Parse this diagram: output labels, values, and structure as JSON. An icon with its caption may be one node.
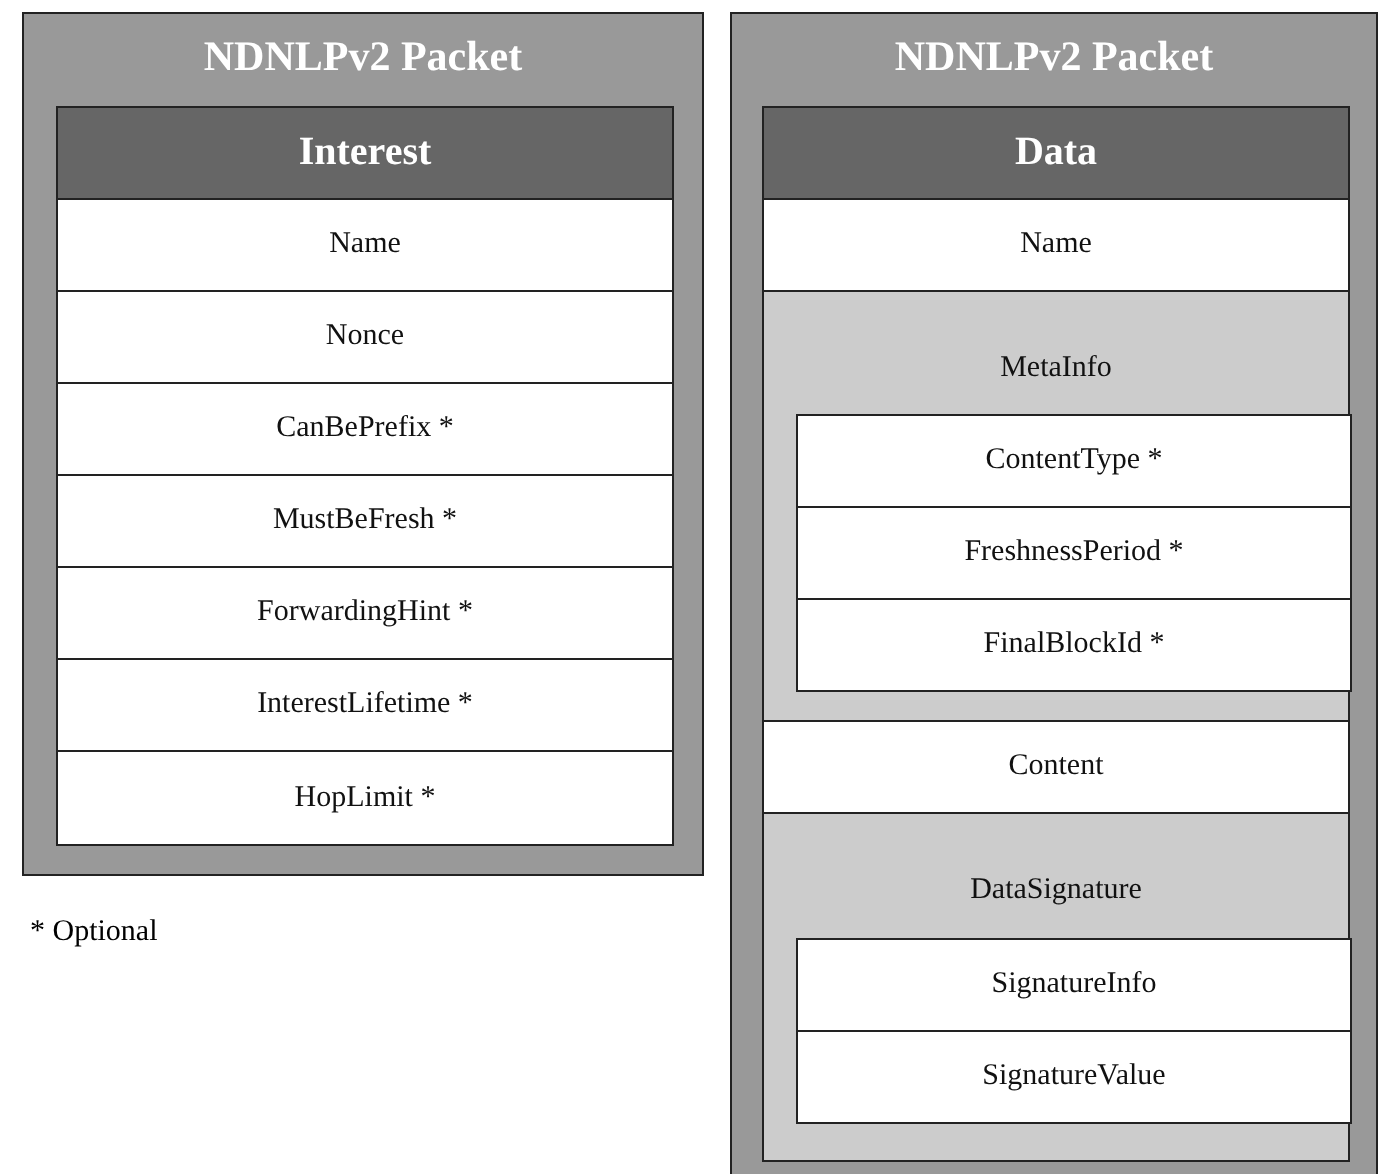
{
  "diagram": {
    "nodes": [
      {
        "text": [
          "NDNLPv2 Packet"
        ]
      },
      {
        "text": [
          "Interest"
        ],
        "in": 0
      },
      {
        "text": [
          "Name"
        ],
        "in": 0
      },
      {
        "text": [
          "Nonce"
        ],
        "in": 0
      },
      {
        "text": [
          "CanBePrefix *"
        ],
        "in": 0
      },
      {
        "text": [
          "MustBeFresh *"
        ],
        "in": 0
      },
      {
        "text": [
          "ForwardingHint *"
        ],
        "in": 0
      },
      {
        "text": [
          "InterestLifetime *"
        ],
        "in": 0
      },
      {
        "text": [
          "HopLimit *"
        ],
        "in": 0
      },
      {
        "text": [
          "NDNLPv2 Packet"
        ]
      },
      {
        "text": [
          "Data"
        ],
        "in": 9
      },
      {
        "text": [
          "Name"
        ],
        "in": 9
      },
      {
        "text": [
          "MetaInfo"
        ],
        "in": 9
      },
      {
        "text": [
          "ContentType *"
        ],
        "in": 12
      },
      {
        "text": [
          "FreshnessPeriod *"
        ],
        "in": 12
      },
      {
        "text": [
          "FinalBlockId *"
        ],
        "in": 12
      },
      {
        "text": [
          "Content"
        ],
        "in": 9
      },
      {
        "text": [
          "DataSignature"
        ],
        "in": 9
      },
      {
        "text": [
          "SignatureInfo"
        ],
        "in": 17
      },
      {
        "text": [
          "SignatureValue"
        ],
        "in": 17
      }
    ],
    "labels": [
      "* Optional"
    ]
  }
}
